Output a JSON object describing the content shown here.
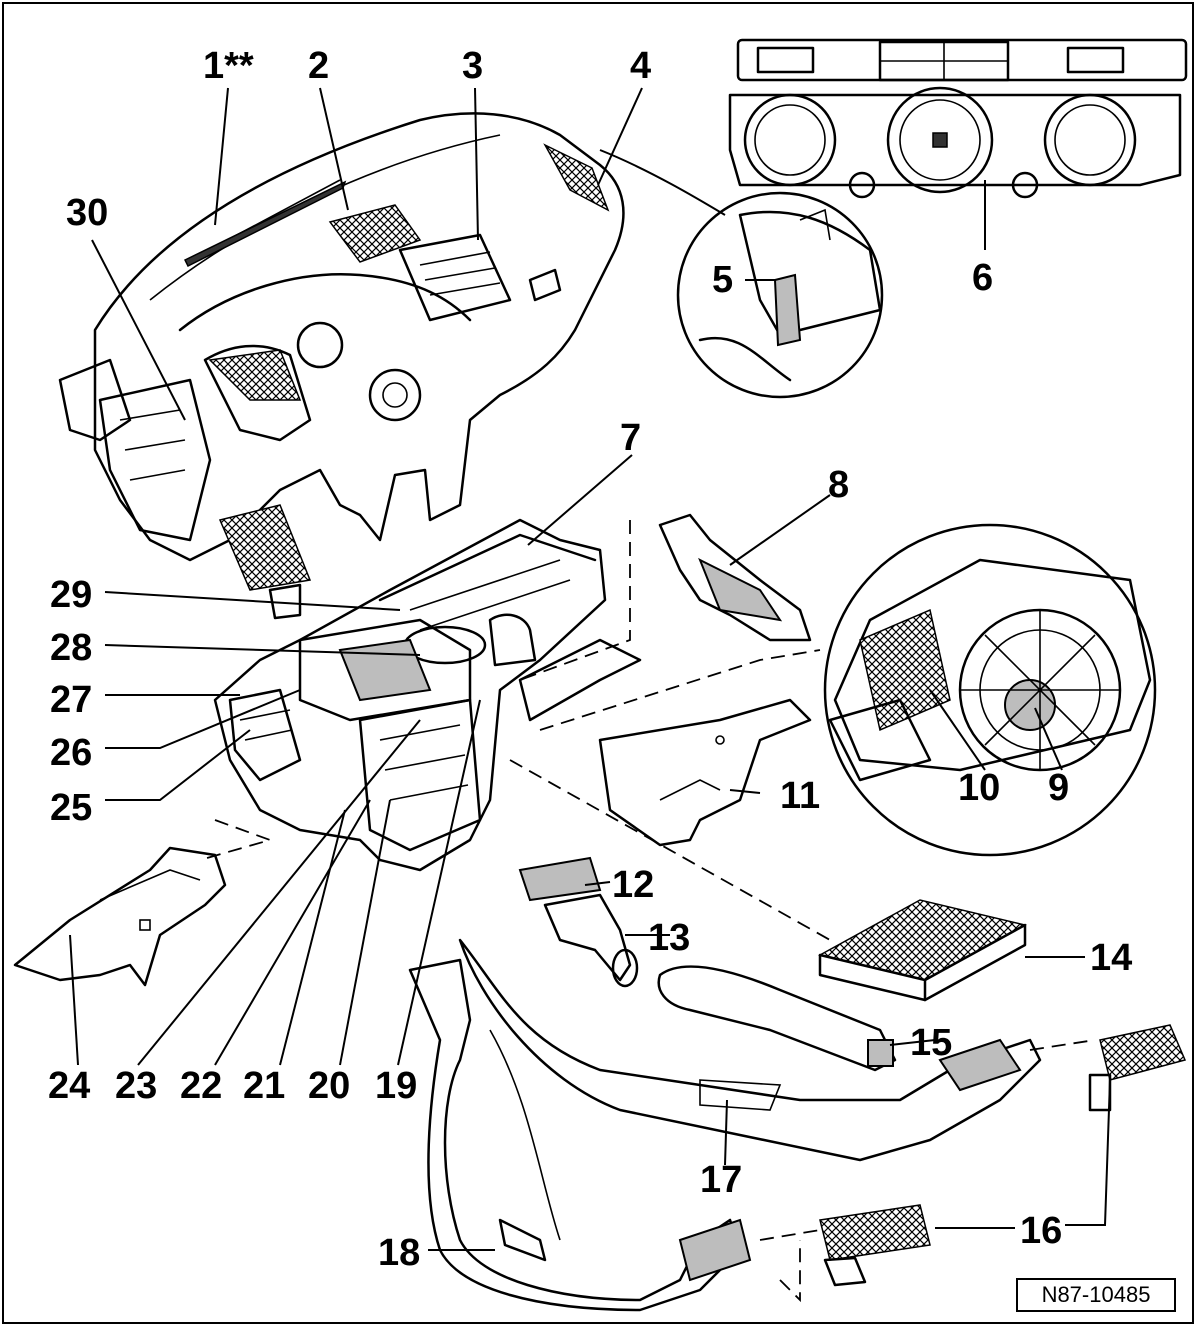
{
  "diagram": {
    "reference_code": "N87-10485",
    "callouts": [
      {
        "id": "c1",
        "label": "1**"
      },
      {
        "id": "c2",
        "label": "2"
      },
      {
        "id": "c3",
        "label": "3"
      },
      {
        "id": "c4",
        "label": "4"
      },
      {
        "id": "c5",
        "label": "5"
      },
      {
        "id": "c6",
        "label": "6"
      },
      {
        "id": "c7",
        "label": "7"
      },
      {
        "id": "c8",
        "label": "8"
      },
      {
        "id": "c9",
        "label": "9"
      },
      {
        "id": "c10",
        "label": "10"
      },
      {
        "id": "c11",
        "label": "11"
      },
      {
        "id": "c12",
        "label": "12"
      },
      {
        "id": "c13",
        "label": "13"
      },
      {
        "id": "c14",
        "label": "14"
      },
      {
        "id": "c15",
        "label": "15"
      },
      {
        "id": "c16",
        "label": "16"
      },
      {
        "id": "c17",
        "label": "17"
      },
      {
        "id": "c18",
        "label": "18"
      },
      {
        "id": "c19",
        "label": "19"
      },
      {
        "id": "c20",
        "label": "20"
      },
      {
        "id": "c21",
        "label": "21"
      },
      {
        "id": "c22",
        "label": "22"
      },
      {
        "id": "c23",
        "label": "23"
      },
      {
        "id": "c24",
        "label": "24"
      },
      {
        "id": "c25",
        "label": "25"
      },
      {
        "id": "c26",
        "label": "26"
      },
      {
        "id": "c27",
        "label": "27"
      },
      {
        "id": "c28",
        "label": "28"
      },
      {
        "id": "c29",
        "label": "29"
      },
      {
        "id": "c30",
        "label": "30"
      }
    ]
  }
}
